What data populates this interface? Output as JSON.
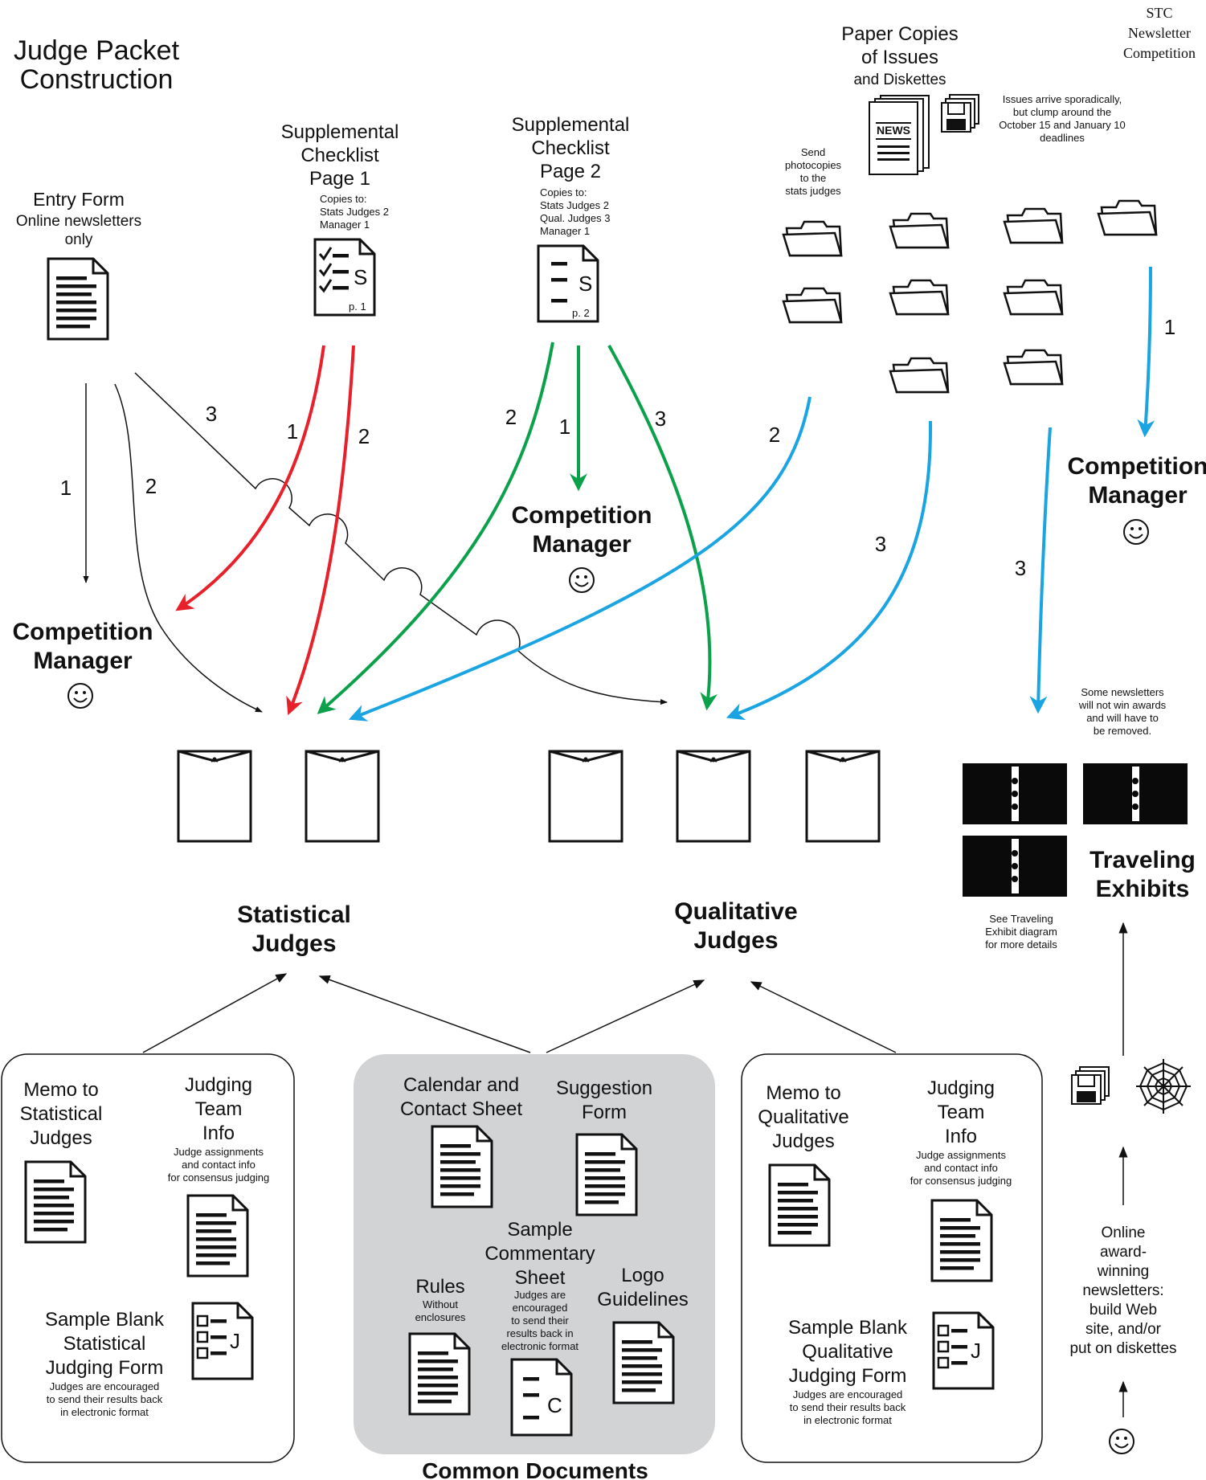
{
  "title": [
    "Judge Packet",
    "Construction"
  ],
  "stc": [
    "STC",
    "Newsletter",
    "Competition"
  ],
  "entry_form": {
    "title": "Entry Form",
    "sub": [
      "Online newsletters",
      "only"
    ]
  },
  "supp1": {
    "title": [
      "Supplemental",
      "Checklist",
      "Page 1"
    ],
    "copies": [
      "Copies to:",
      "Stats Judges 2",
      "Manager 1"
    ],
    "letter": "S",
    "page": "p. 1"
  },
  "supp2": {
    "title": [
      "Supplemental",
      "Checklist",
      "Page 2"
    ],
    "copies": [
      "Copies to:",
      "Stats Judges 2",
      "Qual. Judges 3",
      "Manager 1"
    ],
    "letter": "S",
    "page": "p. 2"
  },
  "paper": {
    "title": [
      "Paper Copies",
      "of Issues"
    ],
    "sub": "and Diskettes",
    "news": "NEWS",
    "note": [
      "Issues arrive sporadically,",
      "but clump around the",
      "October 15 and January 10",
      "deadlines"
    ],
    "send": [
      "Send",
      "photocopies",
      "to the",
      "stats judges"
    ]
  },
  "manager": [
    "Competition",
    "Manager"
  ],
  "arrow_labels": {
    "entry": [
      "1",
      "2",
      "3"
    ],
    "supp1": [
      "1",
      "2"
    ],
    "supp2": [
      "2",
      "1",
      "3"
    ],
    "folders": [
      "2",
      "3",
      "3",
      "1"
    ]
  },
  "stat_judges": [
    "Statistical",
    "Judges"
  ],
  "qual_judges": [
    "Qualitative",
    "Judges"
  ],
  "removed_note": [
    "Some newsletters",
    "will not win awards",
    "and will have to",
    "be removed."
  ],
  "traveling": [
    "Traveling",
    "Exhibits"
  ],
  "see_traveling": [
    "See Traveling",
    "Exhibit diagram",
    "for more details"
  ],
  "stat_box": {
    "memo": [
      "Memo to",
      "Statistical",
      "Judges"
    ],
    "team": [
      "Judging",
      "Team",
      "Info"
    ],
    "team_sub": [
      "Judge assignments",
      "and contact info",
      "for consensus judging"
    ],
    "form": [
      "Sample Blank",
      "Statistical",
      "Judging Form"
    ],
    "form_sub": [
      "Judges are encouraged",
      "to send their results back",
      "in electronic format"
    ],
    "form_letter": "J"
  },
  "common": {
    "calendar": [
      "Calendar and",
      "Contact Sheet"
    ],
    "suggestion": [
      "Suggestion",
      "Form"
    ],
    "commentary": [
      "Sample",
      "Commentary",
      "Sheet"
    ],
    "commentary_sub": [
      "Judges are",
      "encouraged",
      "to send their",
      "results back in",
      "electronic format"
    ],
    "rules": "Rules",
    "rules_sub": [
      "Without",
      "enclosures"
    ],
    "logo": [
      "Logo",
      "Guidelines"
    ],
    "commentary_letter": "C",
    "label": "Common Documents"
  },
  "qual_box": {
    "memo": [
      "Memo to",
      "Qualitative",
      "Judges"
    ],
    "team": [
      "Judging",
      "Team",
      "Info"
    ],
    "team_sub": [
      "Judge assignments",
      "and contact info",
      "for consensus judging"
    ],
    "form": [
      "Sample Blank",
      "Qualitative",
      "Judging Form"
    ],
    "form_sub": [
      "Judges are encouraged",
      "to send their results back",
      "in electronic format"
    ],
    "form_letter": "J"
  },
  "online": [
    "Online",
    "award-",
    "winning",
    "newsletters:",
    "build Web",
    "site, and/or",
    "put on diskettes"
  ],
  "colors": {
    "red": "#e8202a",
    "green": "#0ba14b",
    "blue": "#1aa5e2",
    "grey_box": "#d2d3d5",
    "binder": "#0a0a0a"
  },
  "icons": [
    "document-icon",
    "checklist-icon",
    "folder-icon",
    "envelope-icon",
    "binder-icon",
    "diskette-icon",
    "newspaper-icon",
    "spiderweb-icon",
    "smiley-icon"
  ]
}
